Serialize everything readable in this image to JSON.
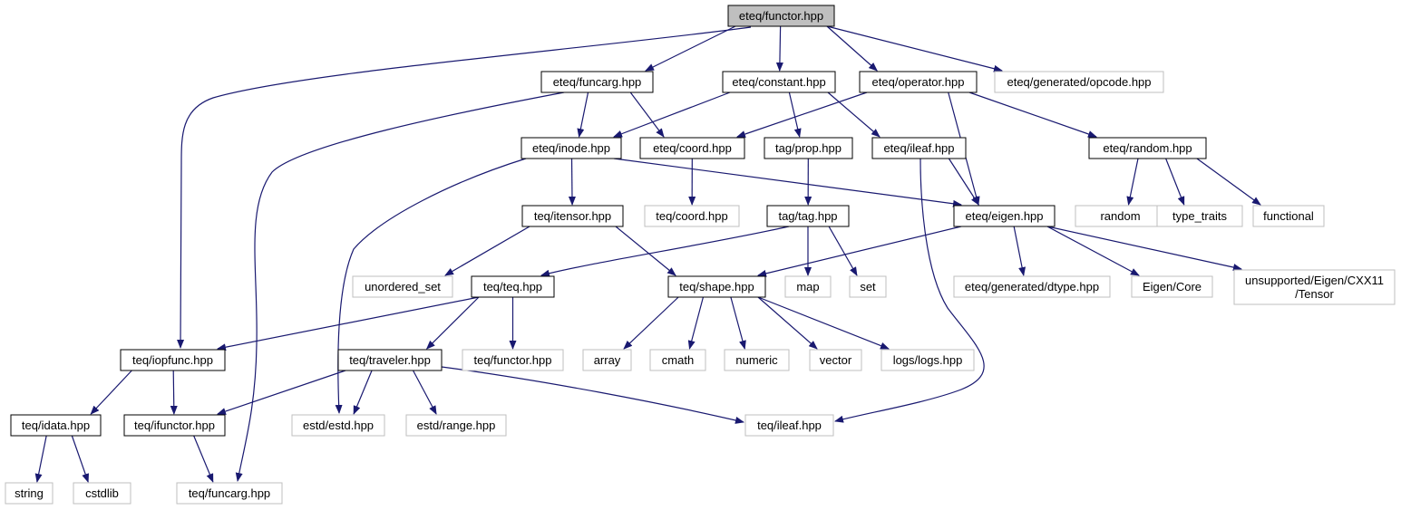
{
  "colors": {
    "edge": "#191970",
    "root_fill": "#bfbfbf",
    "documented_border": "#000000",
    "external_border": "#bfbfbf",
    "node_fill": "#ffffff"
  },
  "nodes": [
    {
      "id": "functor",
      "label": "eteq/functor.hpp",
      "kind": "root"
    },
    {
      "id": "funcarg",
      "label": "eteq/funcarg.hpp",
      "kind": "documented"
    },
    {
      "id": "constant",
      "label": "eteq/constant.hpp",
      "kind": "documented"
    },
    {
      "id": "operator",
      "label": "eteq/operator.hpp",
      "kind": "documented"
    },
    {
      "id": "opcode",
      "label": "eteq/generated/opcode.hpp",
      "kind": "external"
    },
    {
      "id": "inode",
      "label": "eteq/inode.hpp",
      "kind": "documented"
    },
    {
      "id": "coord",
      "label": "eteq/coord.hpp",
      "kind": "documented"
    },
    {
      "id": "prop",
      "label": "tag/prop.hpp",
      "kind": "documented"
    },
    {
      "id": "eileaf",
      "label": "eteq/ileaf.hpp",
      "kind": "documented"
    },
    {
      "id": "random_hpp",
      "label": "eteq/random.hpp",
      "kind": "documented"
    },
    {
      "id": "teqcoord",
      "label": "teq/coord.hpp",
      "kind": "external"
    },
    {
      "id": "itensor",
      "label": "teq/itensor.hpp",
      "kind": "documented"
    },
    {
      "id": "tag",
      "label": "tag/tag.hpp",
      "kind": "documented"
    },
    {
      "id": "eigen",
      "label": "eteq/eigen.hpp",
      "kind": "documented"
    },
    {
      "id": "random",
      "label": "random",
      "kind": "external"
    },
    {
      "id": "type_traits",
      "label": "type_traits",
      "kind": "external"
    },
    {
      "id": "functional",
      "label": "functional",
      "kind": "external"
    },
    {
      "id": "unordered_set",
      "label": "unordered_set",
      "kind": "external"
    },
    {
      "id": "teq",
      "label": "teq/teq.hpp",
      "kind": "documented"
    },
    {
      "id": "shape",
      "label": "teq/shape.hpp",
      "kind": "documented"
    },
    {
      "id": "map",
      "label": "map",
      "kind": "external"
    },
    {
      "id": "set",
      "label": "set",
      "kind": "external"
    },
    {
      "id": "dtype",
      "label": "eteq/generated/dtype.hpp",
      "kind": "external"
    },
    {
      "id": "eigencore",
      "label": "Eigen/Core",
      "kind": "external"
    },
    {
      "id": "tensor",
      "label": "unsupported/Eigen/CXX11",
      "label2": "/Tensor",
      "kind": "external"
    },
    {
      "id": "iopfunc",
      "label": "teq/iopfunc.hpp",
      "kind": "documented"
    },
    {
      "id": "traveler",
      "label": "teq/traveler.hpp",
      "kind": "documented"
    },
    {
      "id": "teqfunctor",
      "label": "teq/functor.hpp",
      "kind": "external"
    },
    {
      "id": "array",
      "label": "array",
      "kind": "external"
    },
    {
      "id": "cmath",
      "label": "cmath",
      "kind": "external"
    },
    {
      "id": "numeric",
      "label": "numeric",
      "kind": "external"
    },
    {
      "id": "vector",
      "label": "vector",
      "kind": "external"
    },
    {
      "id": "logs",
      "label": "logs/logs.hpp",
      "kind": "external"
    },
    {
      "id": "idata",
      "label": "teq/idata.hpp",
      "kind": "documented"
    },
    {
      "id": "ifunctor",
      "label": "teq/ifunctor.hpp",
      "kind": "documented"
    },
    {
      "id": "estd",
      "label": "estd/estd.hpp",
      "kind": "external"
    },
    {
      "id": "range",
      "label": "estd/range.hpp",
      "kind": "external"
    },
    {
      "id": "teqileaf",
      "label": "teq/ileaf.hpp",
      "kind": "external"
    },
    {
      "id": "string",
      "label": "string",
      "kind": "external"
    },
    {
      "id": "cstdlib",
      "label": "cstdlib",
      "kind": "external"
    },
    {
      "id": "teqfuncarg",
      "label": "teq/funcarg.hpp",
      "kind": "external"
    }
  ],
  "edges": [
    {
      "from": "functor",
      "to": "funcarg"
    },
    {
      "from": "functor",
      "to": "constant"
    },
    {
      "from": "functor",
      "to": "operator"
    },
    {
      "from": "functor",
      "to": "opcode"
    },
    {
      "from": "functor",
      "to": "iopfunc"
    },
    {
      "from": "funcarg",
      "to": "inode"
    },
    {
      "from": "funcarg",
      "to": "coord"
    },
    {
      "from": "funcarg",
      "to": "teqfuncarg"
    },
    {
      "from": "constant",
      "to": "inode"
    },
    {
      "from": "constant",
      "to": "prop"
    },
    {
      "from": "constant",
      "to": "eileaf"
    },
    {
      "from": "operator",
      "to": "coord"
    },
    {
      "from": "operator",
      "to": "eigen"
    },
    {
      "from": "operator",
      "to": "random_hpp"
    },
    {
      "from": "inode",
      "to": "itensor"
    },
    {
      "from": "inode",
      "to": "eigen"
    },
    {
      "from": "inode",
      "to": "estd"
    },
    {
      "from": "coord",
      "to": "teqcoord"
    },
    {
      "from": "prop",
      "to": "tag"
    },
    {
      "from": "eileaf",
      "to": "eigen"
    },
    {
      "from": "eileaf",
      "to": "teqileaf"
    },
    {
      "from": "random_hpp",
      "to": "random"
    },
    {
      "from": "random_hpp",
      "to": "type_traits"
    },
    {
      "from": "random_hpp",
      "to": "functional"
    },
    {
      "from": "itensor",
      "to": "unordered_set"
    },
    {
      "from": "itensor",
      "to": "shape"
    },
    {
      "from": "tag",
      "to": "teq"
    },
    {
      "from": "tag",
      "to": "map"
    },
    {
      "from": "tag",
      "to": "set"
    },
    {
      "from": "eigen",
      "to": "shape"
    },
    {
      "from": "eigen",
      "to": "dtype"
    },
    {
      "from": "eigen",
      "to": "eigencore"
    },
    {
      "from": "eigen",
      "to": "tensor"
    },
    {
      "from": "teq",
      "to": "iopfunc"
    },
    {
      "from": "teq",
      "to": "traveler"
    },
    {
      "from": "teq",
      "to": "teqfunctor"
    },
    {
      "from": "shape",
      "to": "array"
    },
    {
      "from": "shape",
      "to": "cmath"
    },
    {
      "from": "shape",
      "to": "numeric"
    },
    {
      "from": "shape",
      "to": "vector"
    },
    {
      "from": "shape",
      "to": "logs"
    },
    {
      "from": "iopfunc",
      "to": "idata"
    },
    {
      "from": "iopfunc",
      "to": "ifunctor"
    },
    {
      "from": "traveler",
      "to": "ifunctor"
    },
    {
      "from": "traveler",
      "to": "estd"
    },
    {
      "from": "traveler",
      "to": "range"
    },
    {
      "from": "traveler",
      "to": "teqileaf"
    },
    {
      "from": "idata",
      "to": "string"
    },
    {
      "from": "idata",
      "to": "cstdlib"
    },
    {
      "from": "ifunctor",
      "to": "teqfuncarg"
    }
  ]
}
